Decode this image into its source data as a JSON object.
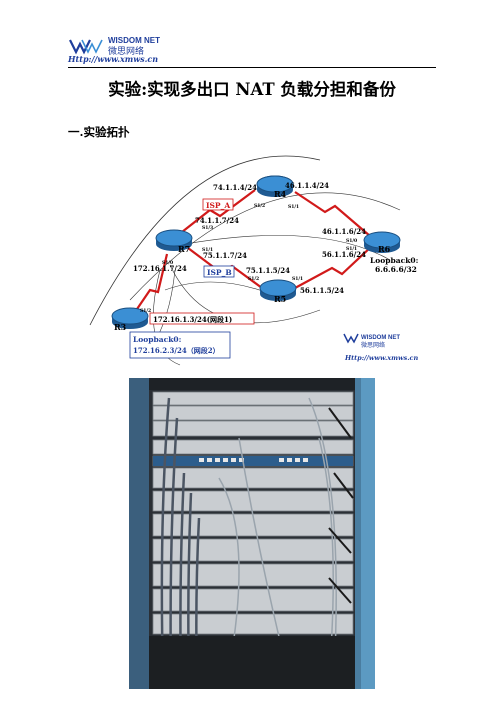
{
  "header": {
    "logo_text_en": "WISDOM NET",
    "logo_text_cn": "微思网络",
    "url": "Http://www.xmws.cn"
  },
  "title": "实验:实现多出口 NAT 负载分担和备份",
  "section_heading": "一.实验拓扑",
  "diagram": {
    "routers": [
      {
        "name": "R4"
      },
      {
        "name": "R7"
      },
      {
        "name": "R6"
      },
      {
        "name": "R5"
      },
      {
        "name": "R3"
      }
    ],
    "labels": {
      "r4_left": "74.1.1.4/24",
      "r4_s12": "S1/2",
      "r4_right": "46.1.1.4/24",
      "r4_s11": "S1/1",
      "isp_a": "ISP_A",
      "r7_s13": "S1/3",
      "r7_top": "74.1.1.7/24",
      "r7_s11": "S1/1",
      "r7_right": "75.1.1.7/24",
      "r7_s10": "S1/0",
      "r7_left": "172.16.1.7/24",
      "isp_b": "ISP_B",
      "r5_left": "75.1.1.5/24",
      "r5_s12": "S1/2",
      "r5_s11": "S1/1",
      "r5_right": "56.1.1.5/24",
      "r6_top": "46.1.1.6/24",
      "r6_s10": "S1/0",
      "r6_s11": "S1/1",
      "r6_left": "56.1.1.6/24",
      "r6_loopback_title": "Loopback0:",
      "r6_loopback": "6.6.6.6/32",
      "r3_s12": "S1/2",
      "r3_ip": "172.16.1.3/24(网段1)",
      "r3_loopback_title": "Loopback0:",
      "r3_loopback": "172.16.2.3/24（网段2）",
      "wm_text_en": "WISDOM NET",
      "wm_text_cn": "微思网络",
      "wm_url": "Http://www.xmws.cn"
    }
  },
  "colors": {
    "brand_blue": "#1f3e9c",
    "isp_red": "#d11a1a",
    "router_blue": "#2e7fc2"
  }
}
